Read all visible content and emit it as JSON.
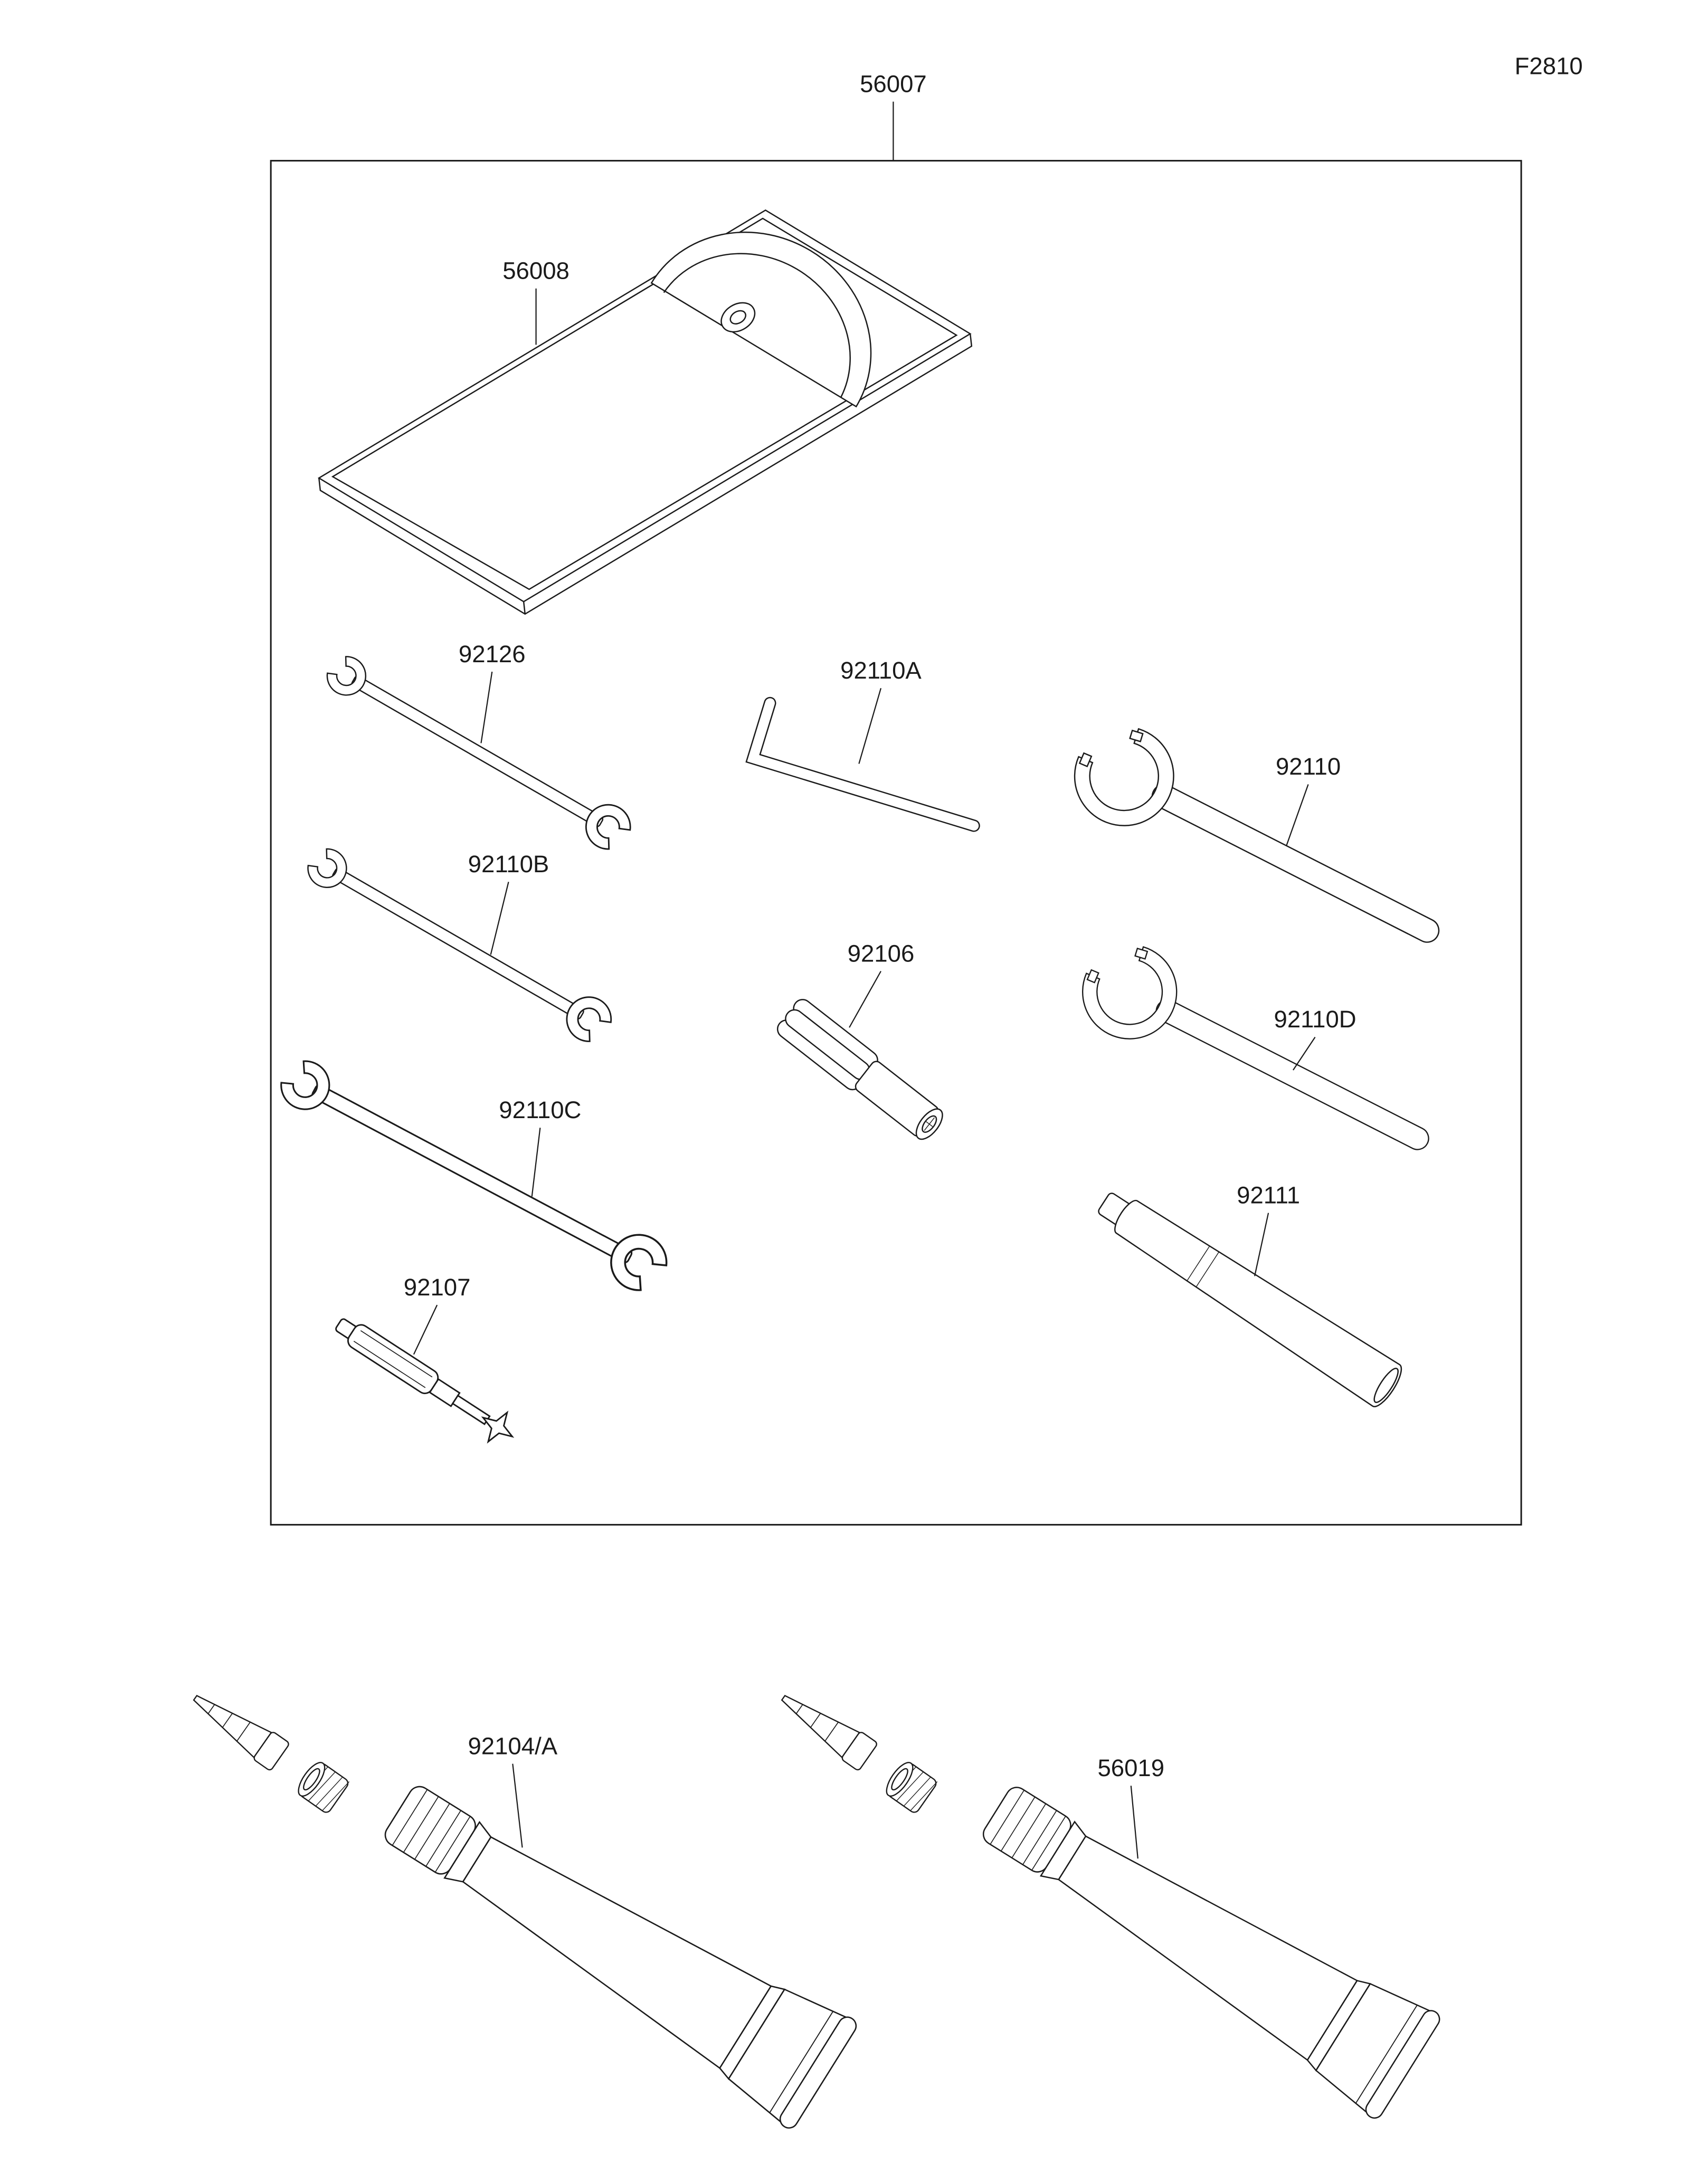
{
  "figure_code": "F2810",
  "colors": {
    "line": "#1a1a1a",
    "background": "#ffffff"
  },
  "parts": {
    "kit": "56007",
    "bag": "56008",
    "wrench_small": "92126",
    "hex_key": "92110A",
    "spanner_large": "92110",
    "wrench_medium": "92110B",
    "plug_tool": "92106",
    "spanner_small": "92110D",
    "wrench_large": "92110C",
    "tool_sleeve": "92111",
    "screwdriver": "92107",
    "tube_left": "92104/A",
    "tube_right": "56019"
  }
}
